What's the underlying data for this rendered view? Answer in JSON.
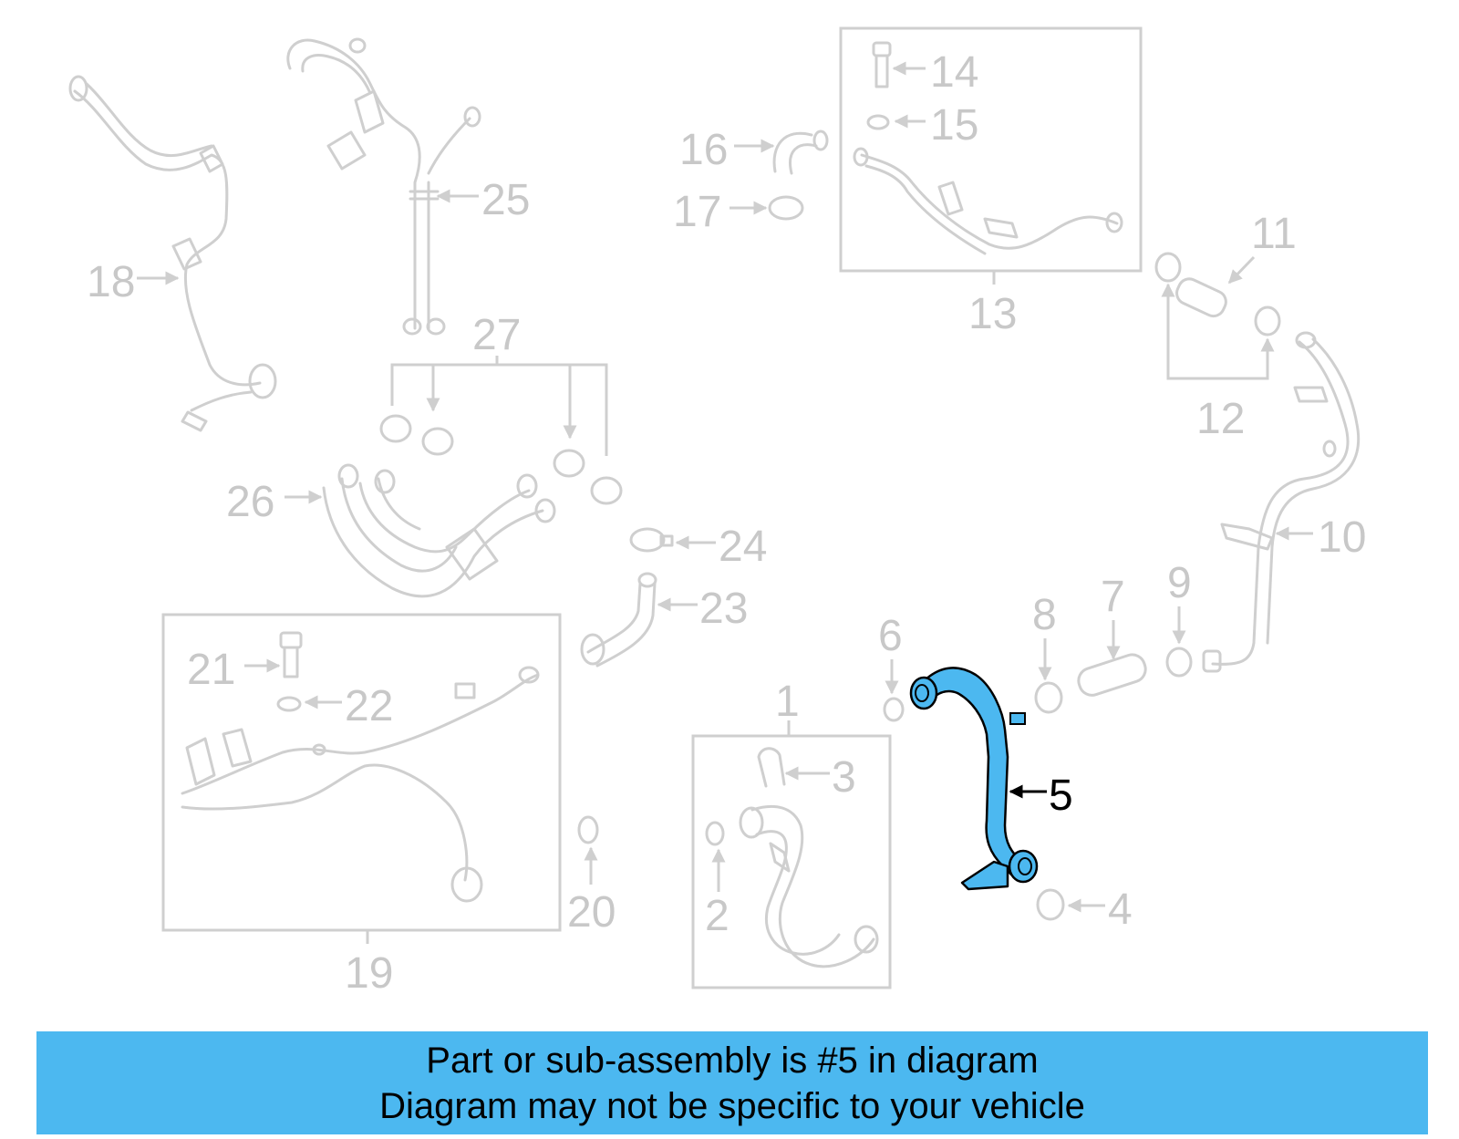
{
  "callouts": {
    "c1": "1",
    "c2": "2",
    "c3": "3",
    "c4": "4",
    "c5": "5",
    "c6": "6",
    "c7": "7",
    "c8": "8",
    "c9": "9",
    "c10": "10",
    "c11": "11",
    "c12": "12",
    "c13": "13",
    "c14": "14",
    "c15": "15",
    "c16": "16",
    "c17": "17",
    "c18": "18",
    "c19": "19",
    "c20": "20",
    "c21": "21",
    "c22": "22",
    "c23": "23",
    "c24": "24",
    "c25": "25",
    "c26": "26",
    "c27": "27"
  },
  "highlight_part": "5",
  "colors": {
    "highlight_fill": "#4cb8f0",
    "banner_background": "#4cb8f0",
    "part_stroke": "#cfcfcf",
    "label_gray": "#c8c8c8"
  },
  "banner": {
    "line1": "Part or sub-assembly is #5 in diagram",
    "line2": "Diagram may not be specific to your vehicle"
  }
}
